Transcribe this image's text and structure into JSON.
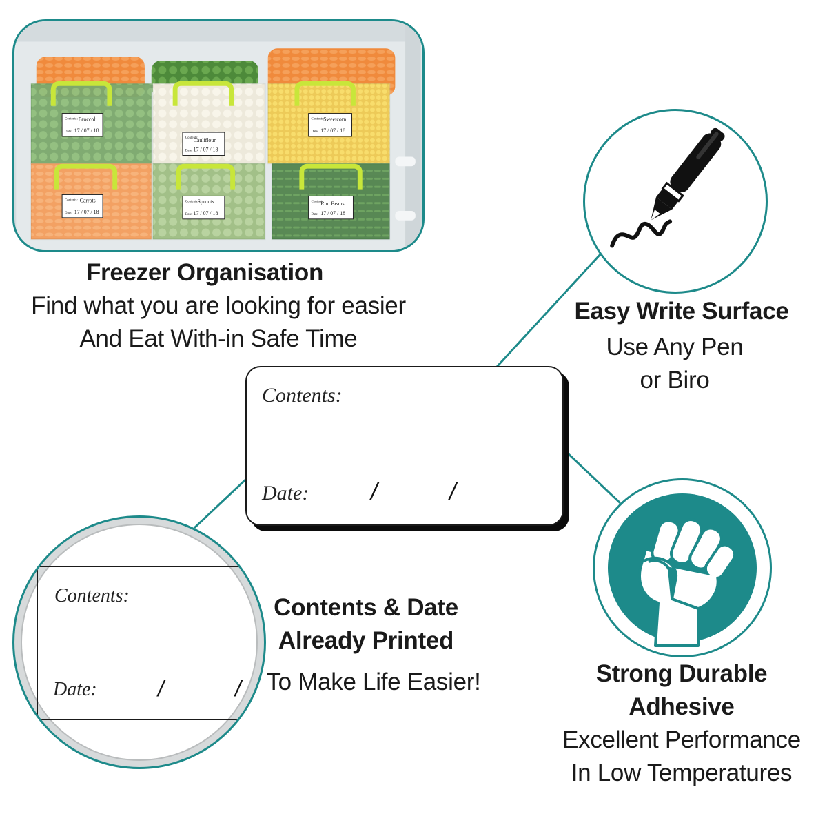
{
  "colors": {
    "accent": "#1d8a8a",
    "text": "#1a1a1a"
  },
  "photo": {
    "labels": [
      {
        "name": "Broccoli",
        "date": "17 / 07 / 18"
      },
      {
        "name": "Cauliflour",
        "date": "17 / 07 / 18"
      },
      {
        "name": "Sweetcorn",
        "date": "17 / 07 / 18"
      },
      {
        "name": "Carrots",
        "date": "17 / 07 / 18"
      },
      {
        "name": "Sprouts",
        "date": "17 / 07 / 18"
      },
      {
        "name": "Run Beans",
        "date": "17 / 07 / 18"
      }
    ],
    "contents_prefix": "Contents:",
    "date_prefix": "Date:"
  },
  "freezer": {
    "title": "Freezer Organisation",
    "line1": "Find what you are looking for easier",
    "line2": "And Eat With-in Safe Time"
  },
  "write": {
    "icon": "pen-icon",
    "title": "Easy Write Surface",
    "line1": "Use Any Pen",
    "line2": "or Biro"
  },
  "label": {
    "contents": "Contents:",
    "date": "Date:",
    "slash": "/"
  },
  "printed": {
    "title1": "Contents & Date",
    "title2": "Already Printed",
    "line1": "To Make Life Easier!"
  },
  "adhesive": {
    "icon": "fist-icon",
    "title1": "Strong Durable",
    "title2": "Adhesive",
    "line1": "Excellent Performance",
    "line2": "In Low Temperatures"
  }
}
